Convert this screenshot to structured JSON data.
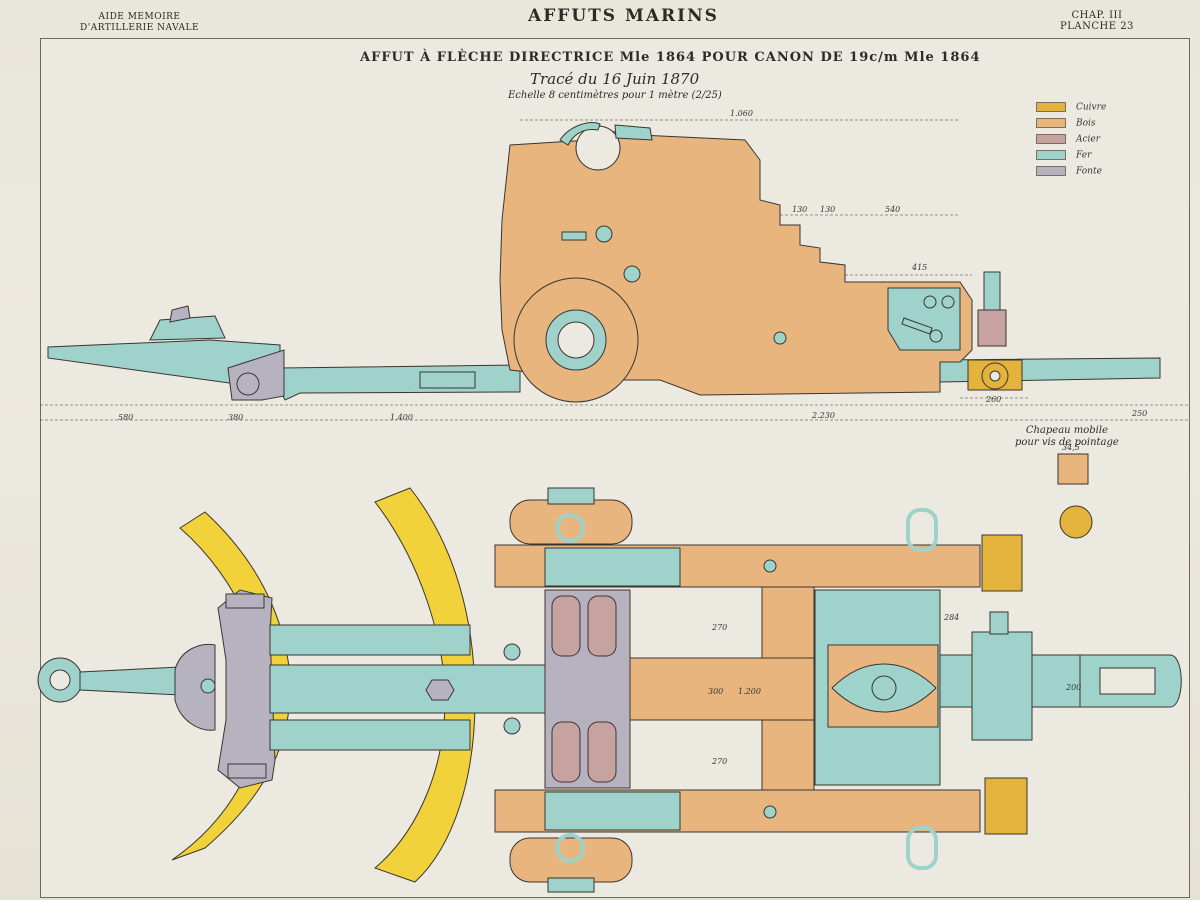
{
  "header": {
    "left_line1": "AIDE MEMOIRE",
    "left_line2": "D'ARTILLERIE NAVALE",
    "title": "AFFUTS MARINS",
    "right_line1": "CHAP. III",
    "right_line2": "PLANCHE 23"
  },
  "drawing": {
    "subtitle": "AFFUT À FLÈCHE DIRECTRICE Mle 1864 POUR CANON DE 19c/m Mle 1864",
    "date": "Tracé du 16 Juin 1870",
    "scale": "Echelle 8 centimètres pour 1 mètre (2/25)"
  },
  "legend": [
    {
      "label": "Cuivre",
      "color": "#e3b33c"
    },
    {
      "label": "Bois",
      "color": "#e9b57e"
    },
    {
      "label": "Acier",
      "color": "#c6a2a0"
    },
    {
      "label": "Fer",
      "color": "#9fd2cb"
    },
    {
      "label": "Fonte",
      "color": "#b7b2bf"
    }
  ],
  "detail": {
    "line1": "Chapeau mobile",
    "line2": "pour vis de pointage"
  },
  "dimensions": {
    "side_total": "1.060",
    "side_top_a": "130",
    "side_top_b": "130",
    "side_top_c": "540",
    "side_415": "415",
    "side_260": "260",
    "side_bottom_580": "580",
    "side_bottom_380": "380",
    "side_bottom_1400": "1.400",
    "side_bottom_2230": "2.230",
    "side_bottom_250": "250",
    "plan_300": "300",
    "plan_1200": "1.200",
    "plan_270_a": "270",
    "plan_270_b": "270",
    "plan_284": "284",
    "plan_200": "200",
    "detail_345": "34,5"
  },
  "colors": {
    "wood": "#e9b57e",
    "iron": "#9fd2cb",
    "brass": "#e3b33c",
    "steel": "#c6a2a0",
    "cast": "#b7b2bf",
    "yellow_arc": "#f1d23a",
    "line": "#3a3530"
  }
}
